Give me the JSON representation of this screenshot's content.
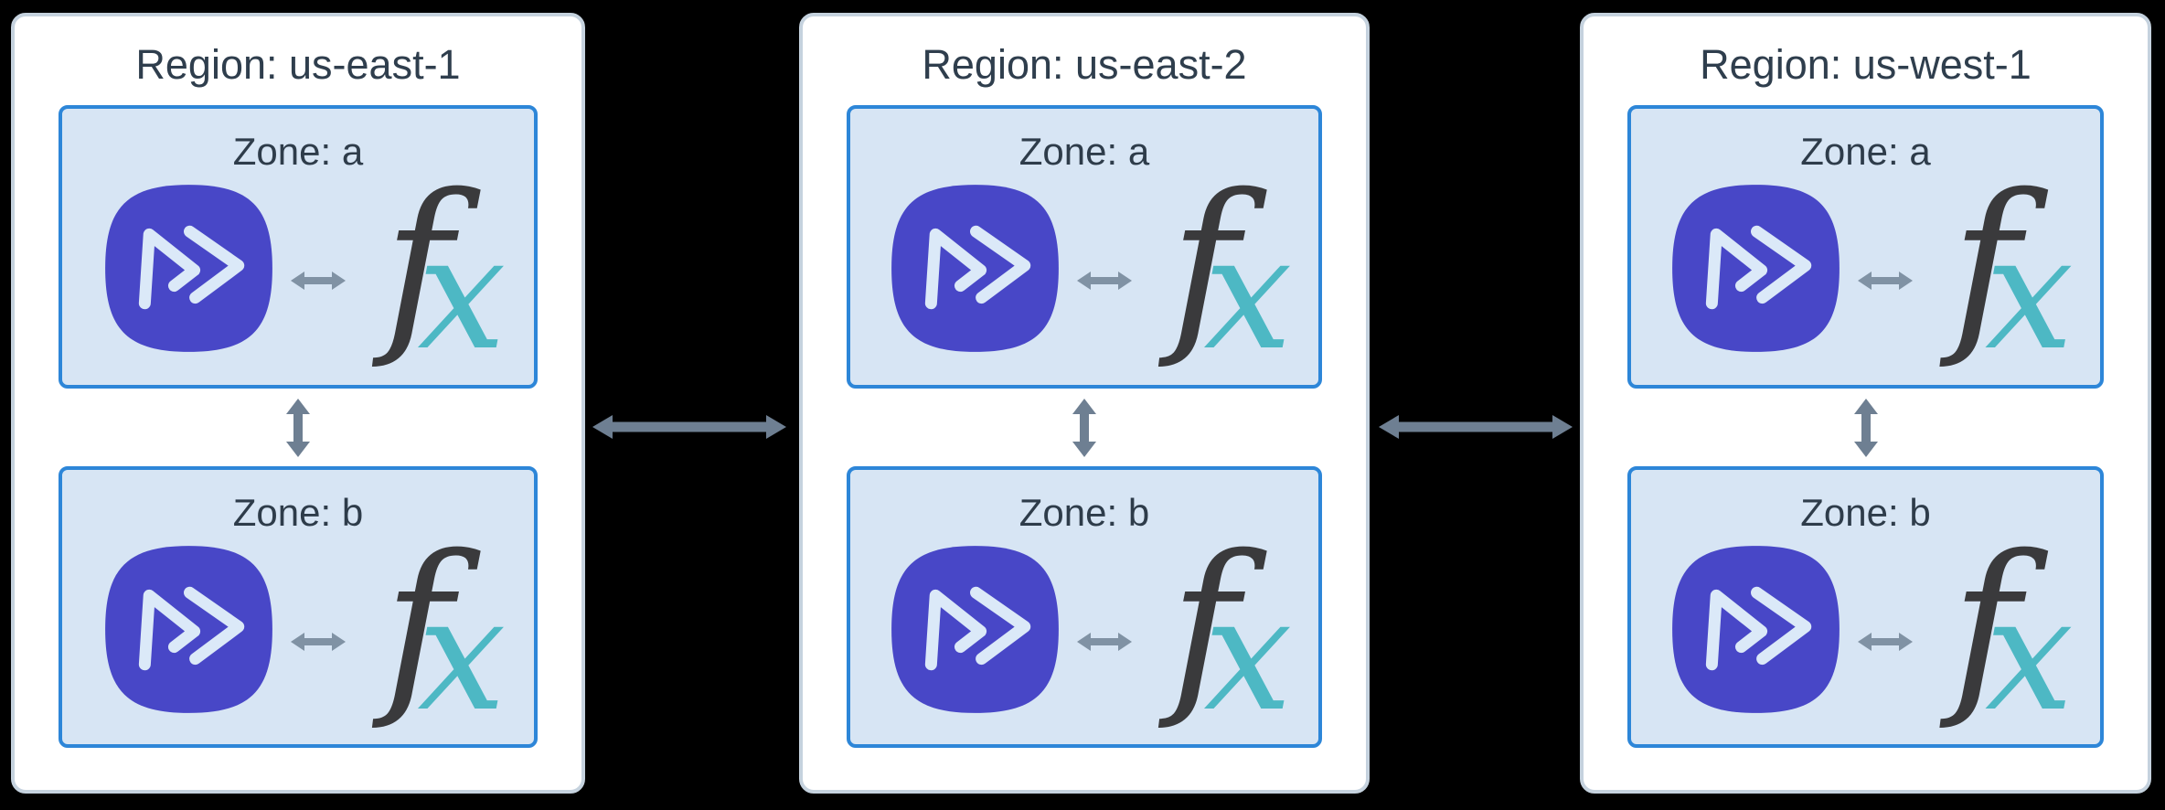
{
  "diagram": {
    "regions": [
      {
        "title": "Region: us-east-1",
        "zones": [
          {
            "label": "Zone: a"
          },
          {
            "label": "Zone: b"
          }
        ]
      },
      {
        "title": "Region: us-east-2",
        "zones": [
          {
            "label": "Zone: a"
          },
          {
            "label": "Zone: b"
          }
        ]
      },
      {
        "title": "Region: us-west-1",
        "zones": [
          {
            "label": "Zone: a"
          },
          {
            "label": "Zone: b"
          }
        ]
      }
    ],
    "zone_content": {
      "messaging_icon": "fast-forward-squircle-icon",
      "sync_icon": "left-right-arrow-icon",
      "function_f": "f",
      "function_x": "x"
    },
    "connectors": {
      "inter_zone": "vertical-double-arrow",
      "inter_region": "horizontal-double-arrow"
    },
    "colors": {
      "background": "#000000",
      "region_fill": "#ffffff",
      "region_border": "#c5d2de",
      "region_title_text": "#2f3e4d",
      "zone_fill": "#d7e5f4",
      "zone_border": "#2d86d8",
      "zone_label_text": "#2e3c4a",
      "icon_fill": "#4847c7",
      "icon_glyph": "#dbe9f8",
      "function_f_color": "#3a3a3c",
      "function_x_color": "#4db8c4",
      "connector_arrow_color": "#6e7f92",
      "zone_sync_arrow_color": "#8092a4"
    }
  }
}
